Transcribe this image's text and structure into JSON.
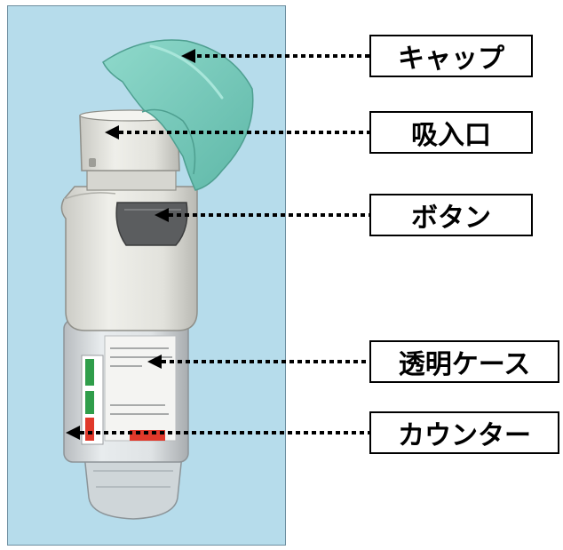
{
  "labels": {
    "cap": "キャップ",
    "mouthpiece": "吸入口",
    "button": "ボタン",
    "transparent_case": "透明ケース",
    "counter": "カウンター"
  },
  "colors": {
    "background_panel": "#b6dceb",
    "cap": "#7ecdbf",
    "device_body": "#e4e4df",
    "button": "#5b5d5f",
    "counter_red": "#e0392b",
    "counter_green": "#2f9d4a",
    "leader_line": "#000000"
  },
  "icons": {
    "arrowhead": "leader-arrowhead"
  }
}
